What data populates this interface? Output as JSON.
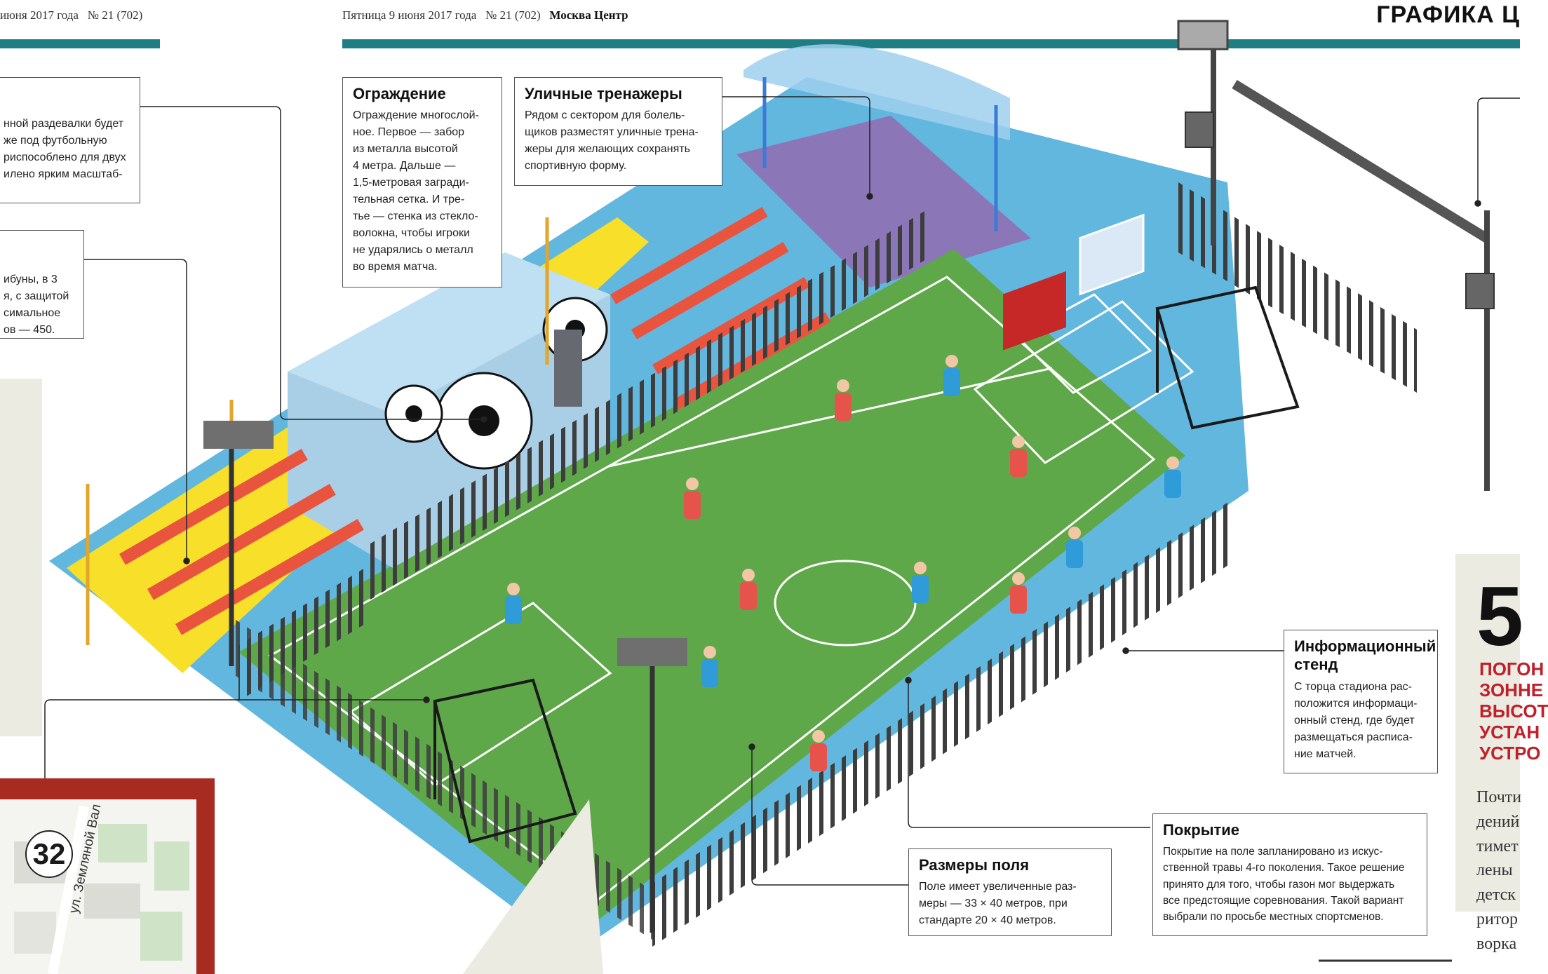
{
  "header": {
    "left_date": "июня 2017 года",
    "left_issue": "№ 21 (702)",
    "center_date": "Пятница 9 июня 2017 года",
    "center_issue": "№ 21 (702)",
    "center_edition": "Москва Центр",
    "section_title": "ГРАФИКА Ц"
  },
  "callouts": {
    "locker_room": {
      "lines": [
        "нной раздевалки будет",
        "же под футбольную",
        "риспособлено для двух",
        "илено ярким масштаб-"
      ]
    },
    "stands": {
      "lines": [
        "ибуны, в 3",
        "я, с защитой",
        "симальное",
        "ов — 450."
      ]
    },
    "fence": {
      "title": "Ограждение",
      "lines": [
        "Ограждение многослой-",
        "ное. Первое — забор",
        "из металла высотой",
        "4 метра. Дальше —",
        "1,5-метровая загради-",
        "тельная сетка. И тре-",
        "тье — стенка из стекло-",
        "волокна, чтобы игроки",
        "не ударялись о металл",
        "во время матча."
      ]
    },
    "trainers": {
      "title": "Уличные тренажеры",
      "lines": [
        "Рядом с сектором для болель-",
        "щиков разместят уличные трена-",
        "жеры для желающих сохранять",
        "спортивную форму."
      ]
    },
    "info_stand": {
      "title": "Информационный стенд",
      "lines": [
        "С торца стадиона рас-",
        "положится информаци-",
        "онный стенд, где будет",
        "размещаться расписа-",
        "ние матчей."
      ]
    },
    "surface": {
      "title": "Покрытие",
      "lines": [
        "Покрытие на поле запланировано из искус-",
        "ственной травы 4-го поколения. Такое решение",
        "принято для того, чтобы газон мог выдержать",
        "все предстоящие соревнования. Такой вариант",
        "выбрали по просьбе местных спортсменов."
      ]
    },
    "field_size": {
      "title": "Размеры поля",
      "lines": [
        "Поле имеет увеличенные раз-",
        "меры — 33 × 40 метров, при",
        "стандарте 20 × 40 метров."
      ]
    }
  },
  "map": {
    "pin_number": "32",
    "street_label": "ул. Земляной Вал"
  },
  "side_panel": {
    "big_number": "5",
    "caption": "ПОГОН\nЗОННЕ\nВЫСОТ\nУСТАН\nУСТРО",
    "body": "Почти\nдений\nтимет\nлены\nдетск\nритор\nворка"
  },
  "colors": {
    "teal_bar": "#1f7d84",
    "field_green": "#5fa84a",
    "accent_red": "#c0202a",
    "map_frame": "#a82b22"
  }
}
